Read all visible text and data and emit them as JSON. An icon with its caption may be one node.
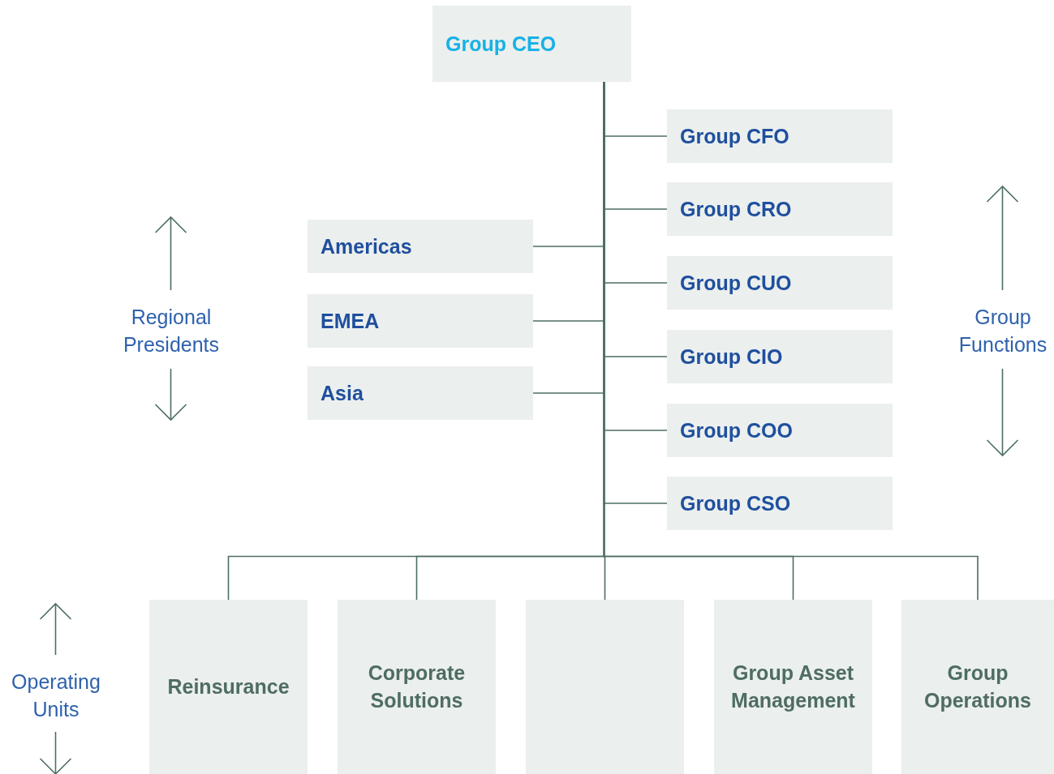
{
  "diagram": {
    "nodes": [
      {
        "text": [
          "Group CEO"
        ]
      },
      {
        "text": [
          "Group CFO"
        ]
      },
      {
        "text": [
          "Group CRO"
        ]
      },
      {
        "text": [
          "Group CUO"
        ]
      },
      {
        "text": [
          "Group CIO"
        ]
      },
      {
        "text": [
          "Group COO"
        ]
      },
      {
        "text": [
          "Group CSO"
        ]
      },
      {
        "text": [
          "Americas"
        ]
      },
      {
        "text": [
          "EMEA"
        ]
      },
      {
        "text": [
          "Asia"
        ]
      },
      {
        "text": [
          "Reinsurance"
        ]
      },
      {
        "text": [
          "Corporate Solutions"
        ]
      },
      {
        "text": [],
        "shape": "box"
      },
      {
        "text": [
          "Group Asset Management"
        ]
      },
      {
        "text": [
          "Group Operations"
        ]
      }
    ],
    "edges": [
      {
        "from": 0,
        "to": 1,
        "arrow": "none"
      },
      {
        "from": 0,
        "to": 2,
        "arrow": "none"
      },
      {
        "from": 0,
        "to": 3,
        "arrow": "none"
      },
      {
        "from": 0,
        "to": 4,
        "arrow": "none"
      },
      {
        "from": 0,
        "to": 5,
        "arrow": "none"
      },
      {
        "from": 0,
        "to": 6,
        "arrow": "none"
      },
      {
        "from": 0,
        "to": 7,
        "arrow": "none"
      },
      {
        "from": 0,
        "to": 8,
        "arrow": "none"
      },
      {
        "from": 0,
        "to": 9,
        "arrow": "none"
      },
      {
        "from": 0,
        "to": 10,
        "arrow": "none"
      },
      {
        "from": 0,
        "to": 11,
        "arrow": "none"
      },
      {
        "from": 0,
        "to": 12,
        "arrow": "none"
      },
      {
        "from": 0,
        "to": 13,
        "arrow": "none"
      },
      {
        "from": 0,
        "to": 14,
        "arrow": "none"
      }
    ],
    "labels": [
      "Regional Presidents",
      "Group Functions",
      "Operating Units"
    ]
  }
}
